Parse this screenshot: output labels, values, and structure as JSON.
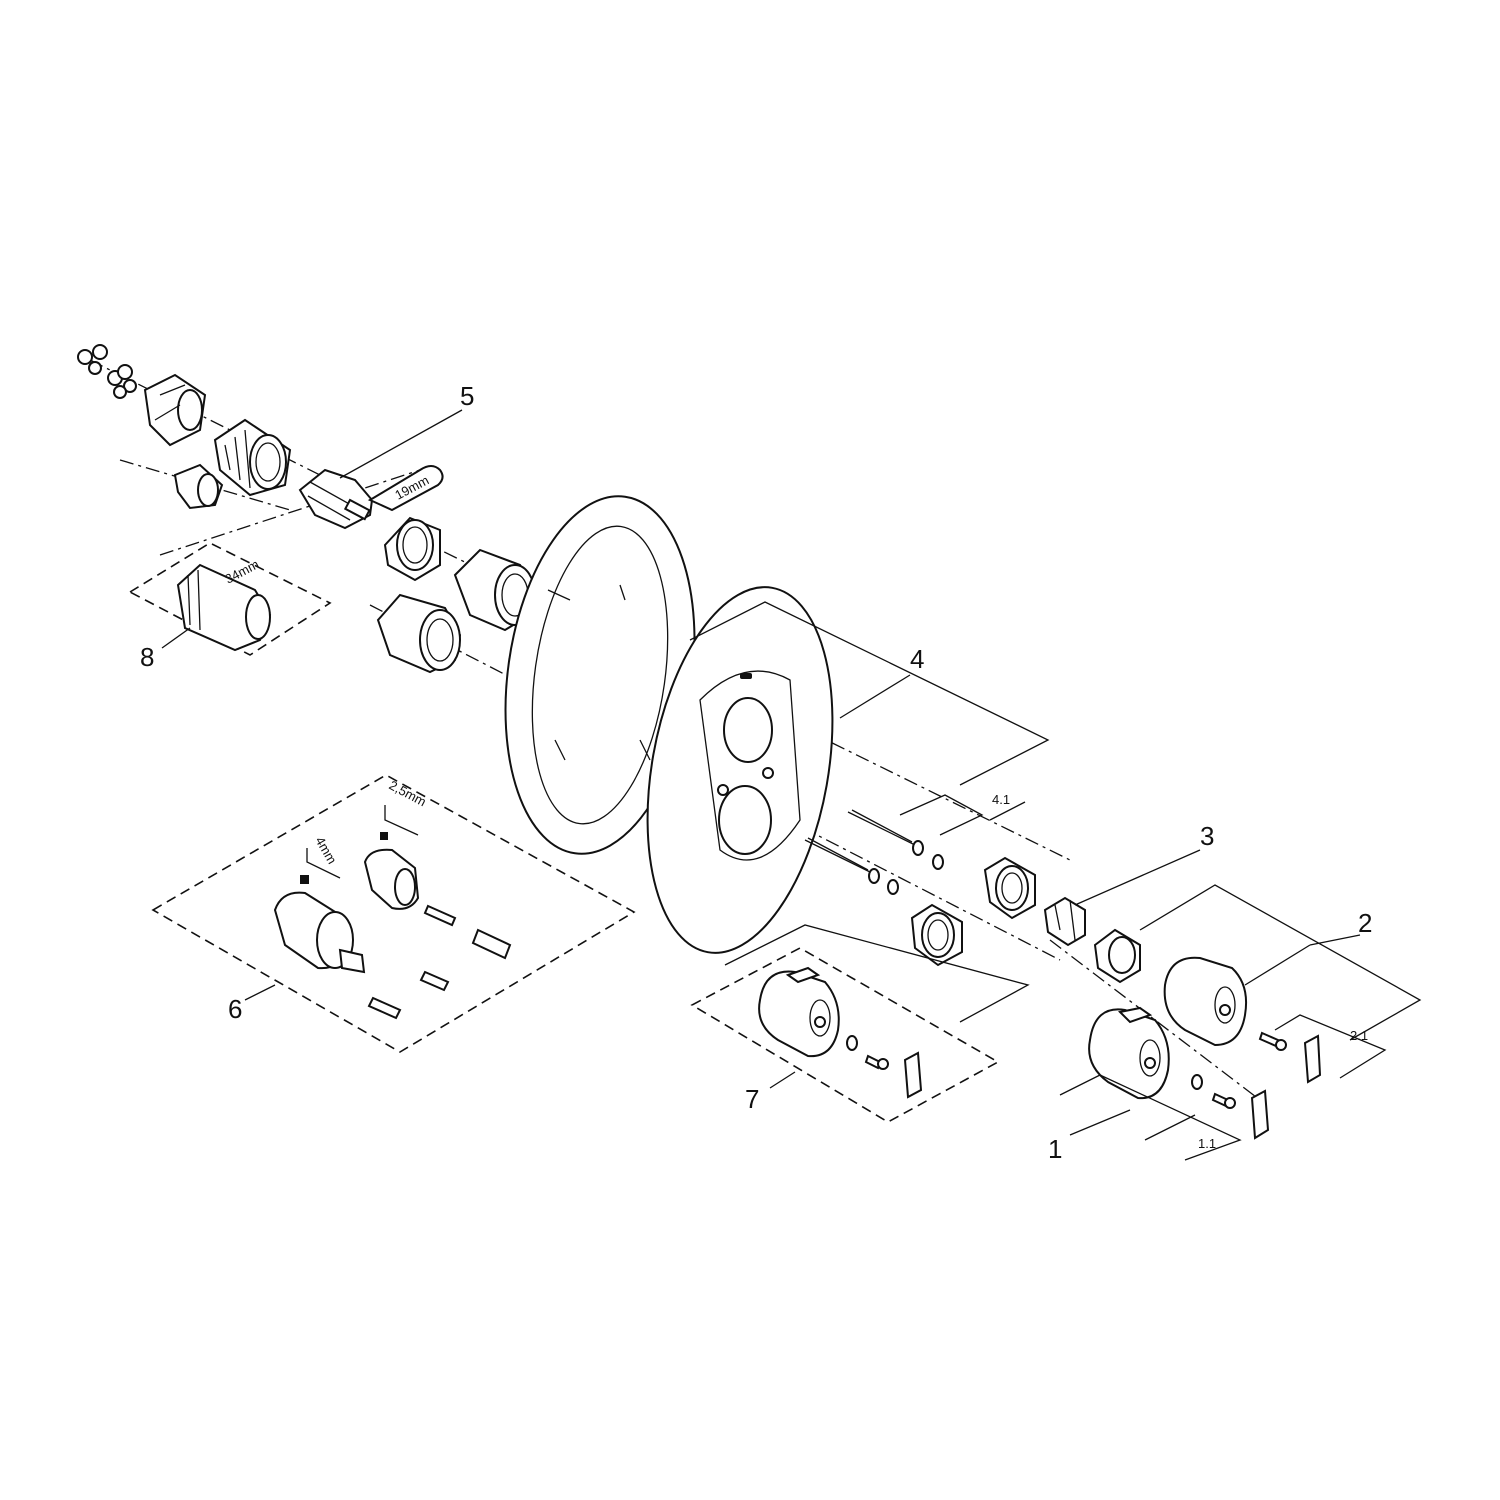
{
  "callouts": {
    "c1": "1",
    "c1_1": "1.1",
    "c2": "2",
    "c2_1": "2.1",
    "c3": "3",
    "c4": "4",
    "c4_1": "4.1",
    "c5": "5",
    "c6": "6",
    "c7": "7",
    "c8": "8"
  },
  "dimensions": {
    "wrench_19": "19mm",
    "wrench_34": "34mm",
    "hex_2_5": "2,5mm",
    "hex_4": "4mm"
  },
  "colors": {
    "line": "#111111",
    "background": "#ffffff"
  }
}
